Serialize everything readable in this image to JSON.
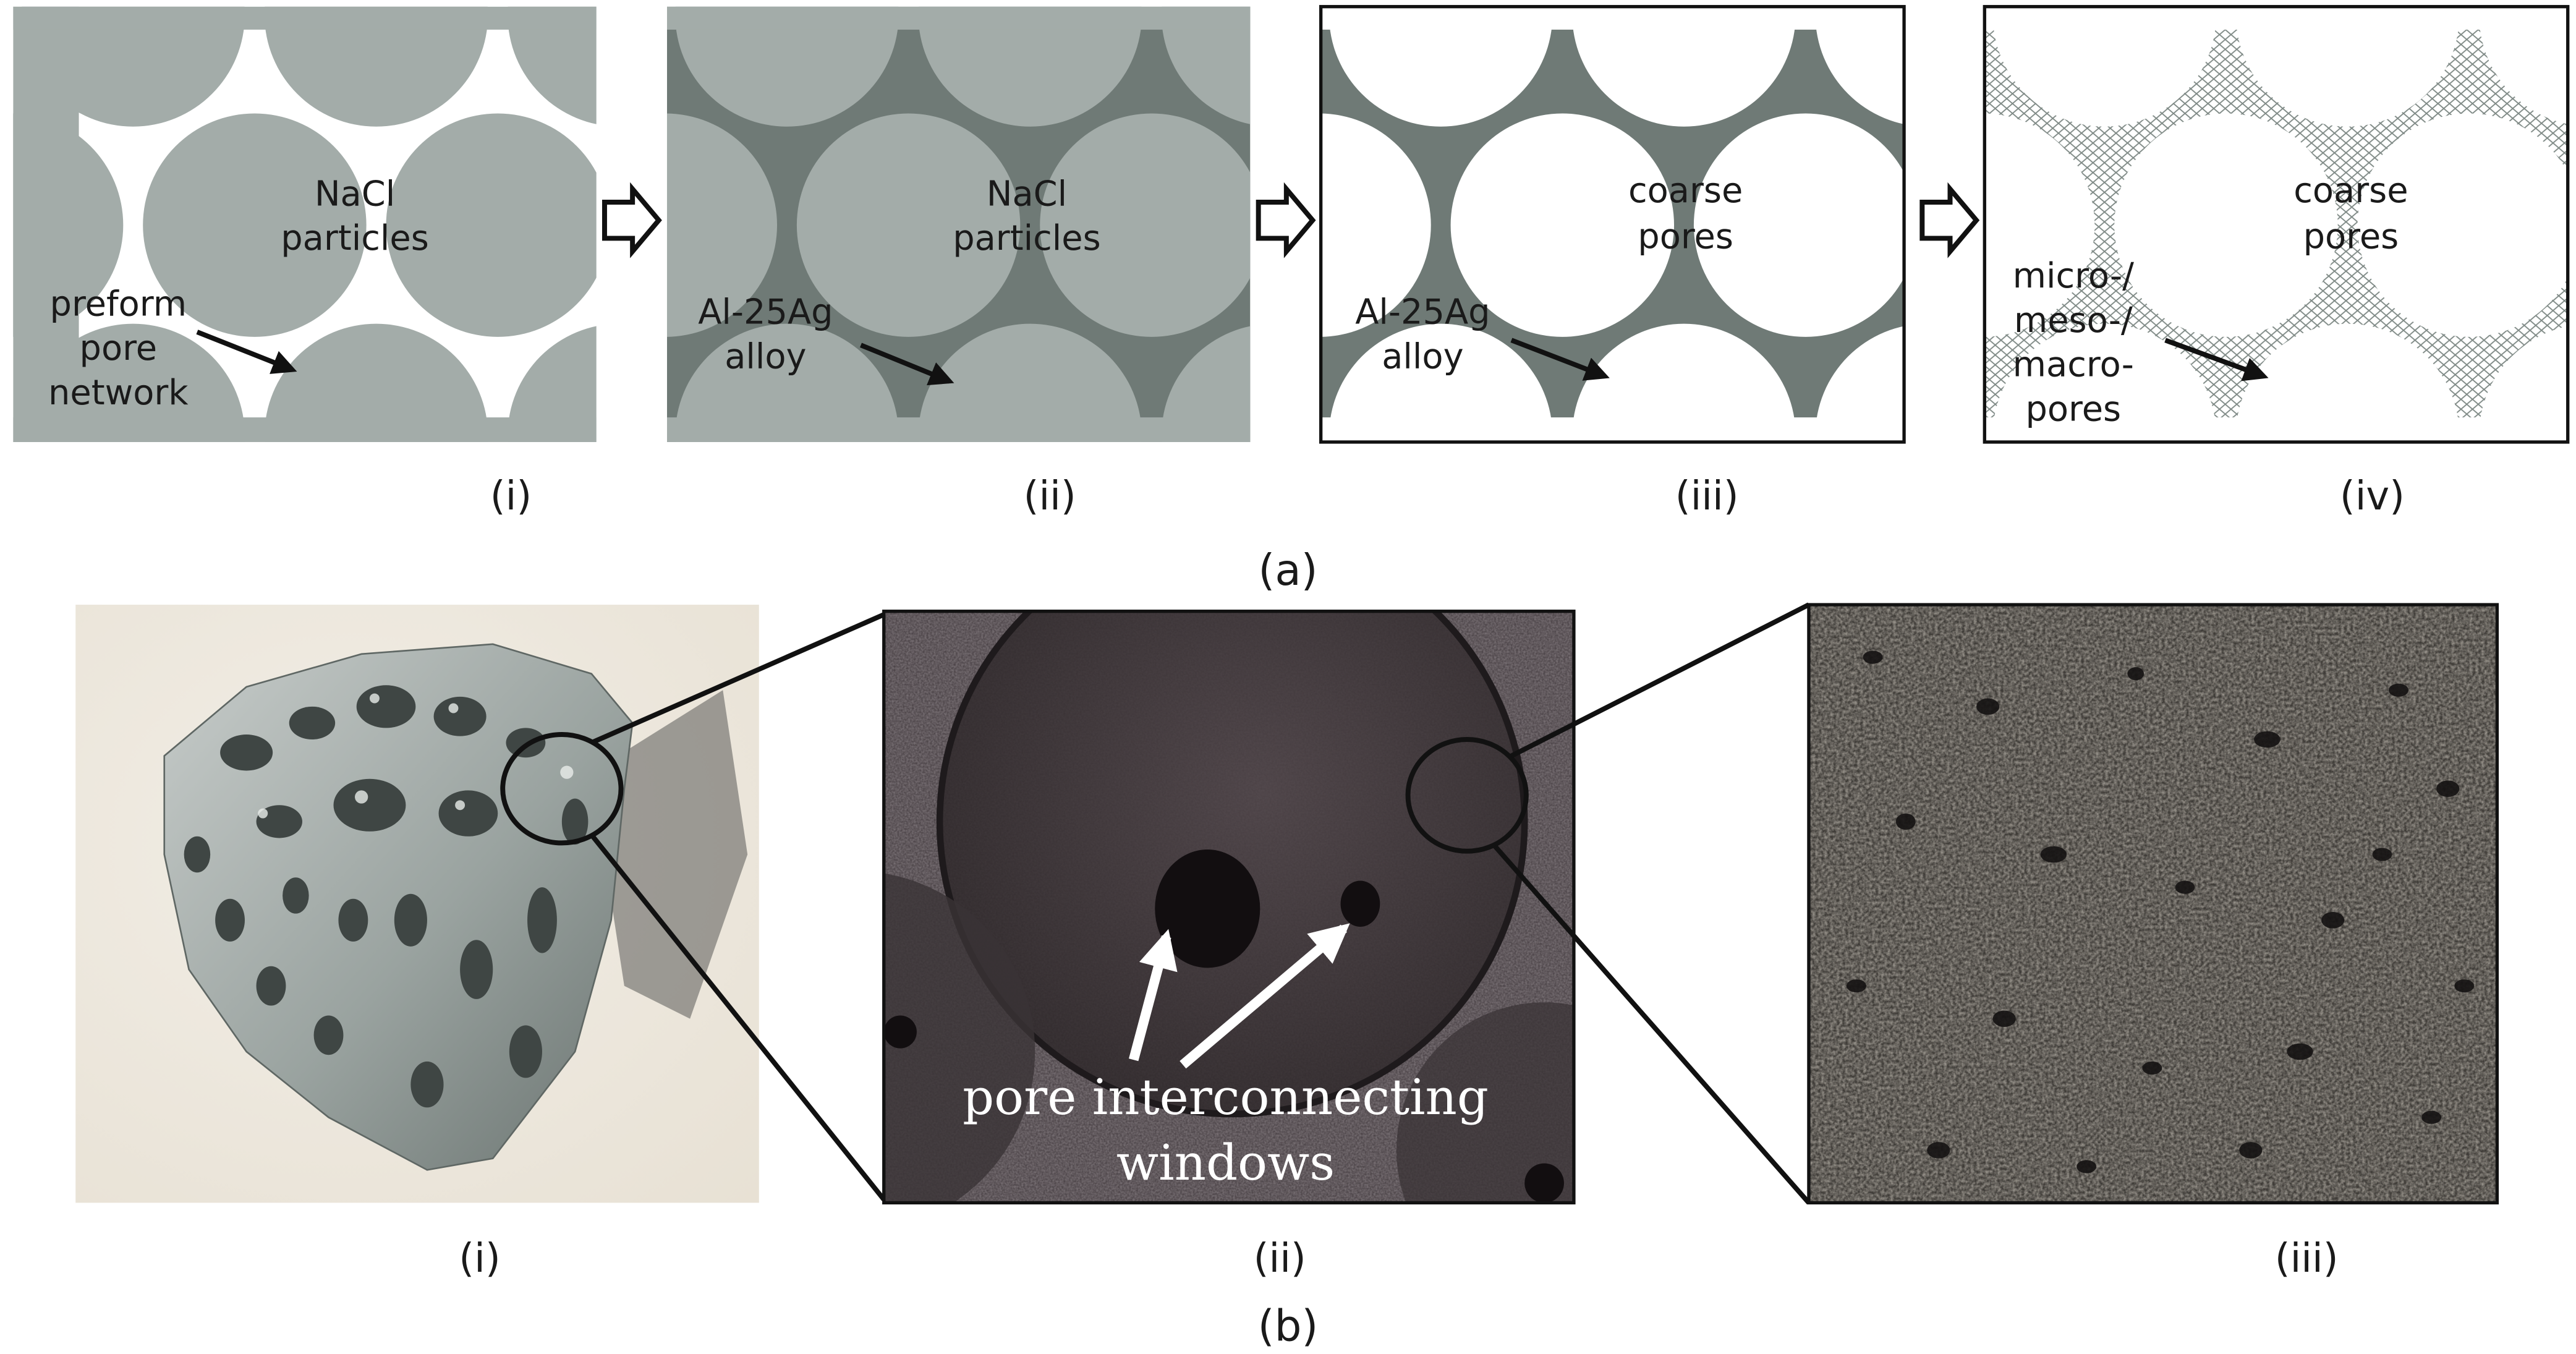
{
  "part_a": {
    "label": "(a)",
    "panels": [
      {
        "roman": "(i)",
        "center_text": [
          "NaCl",
          "particles"
        ],
        "callout": [
          "preform",
          "pore",
          "network"
        ]
      },
      {
        "roman": "(ii)",
        "center_text": [
          "NaCl",
          "particles"
        ],
        "callout": [
          "Al-25Ag",
          "alloy"
        ]
      },
      {
        "roman": "(iii)",
        "center_text": [
          "coarse",
          "pores"
        ],
        "callout": [
          "Al-25Ag",
          "alloy"
        ]
      },
      {
        "roman": "(iv)",
        "center_text": [
          "coarse",
          "pores"
        ],
        "callout": [
          "micro-/",
          "meso-/",
          "macro-",
          "pores"
        ]
      }
    ]
  },
  "part_b": {
    "label": "(b)",
    "panels": [
      {
        "roman": "(i)"
      },
      {
        "roman": "(ii)",
        "caption": [
          "pore interconnecting",
          "windows"
        ]
      },
      {
        "roman": "(iii)"
      }
    ]
  },
  "colors": {
    "salt_gray": "#a3aca9",
    "alloy_gray": "#6f7a76",
    "background": "#ffffff"
  }
}
